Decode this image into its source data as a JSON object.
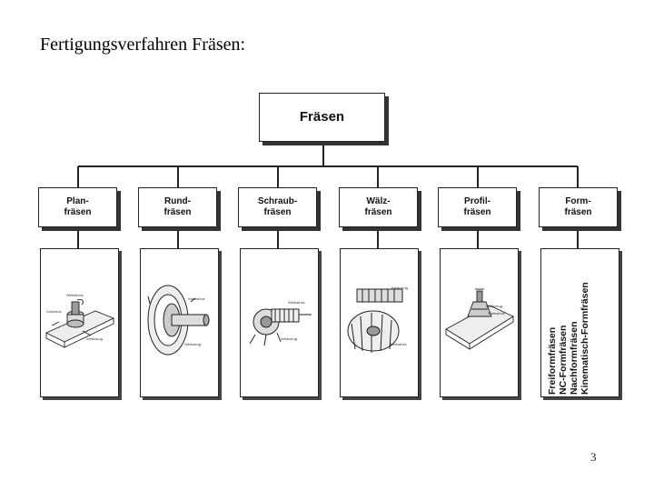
{
  "title": "Fertigungsverfahren Fräsen:",
  "root": "Fräsen",
  "categories": [
    "Plan-\nfräsen",
    "Rund-\nfräsen",
    "Schraub-\nfräsen",
    "Wälz-\nfräsen",
    "Profil-\nfräsen",
    "Form-\nfräsen"
  ],
  "panel_labels": {
    "plan": [
      "Vorschub",
      "Werkzeug",
      "Werkstück"
    ],
    "rund": [
      "Werkstück",
      "Werkzeug"
    ],
    "schraub": [
      "Werkstück",
      "Werkzeug"
    ],
    "waelz": [
      "Werkzeug",
      "Werkstück"
    ],
    "profil": [
      "Werkzeug",
      "Werkstück"
    ]
  },
  "form_types": [
    "Freiformfräsen",
    "NC-Formfräsen",
    "Nachformfräsen",
    "Kinematisch-Formfräsen"
  ],
  "page_number": "3"
}
